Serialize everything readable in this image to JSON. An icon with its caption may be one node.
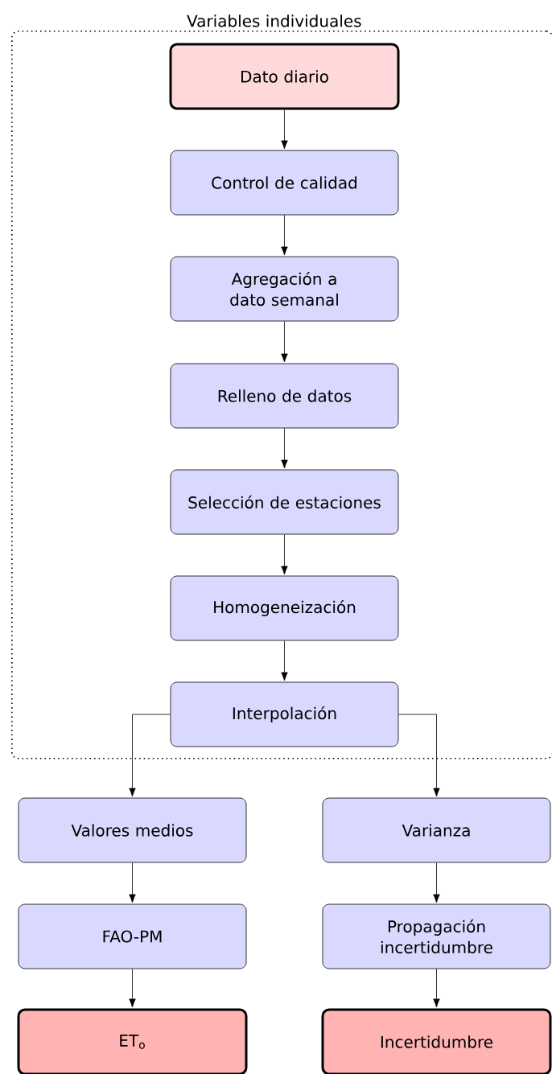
{
  "diagram": {
    "nodes": [
      {
        "text": [
          "Variables individuales"
        ]
      },
      {
        "text": [
          "Dato diario"
        ],
        "in": 0
      },
      {
        "text": [
          "Control de calidad"
        ],
        "in": 0
      },
      {
        "text": [
          "Agregación a dato semanal"
        ],
        "in": 0
      },
      {
        "text": [
          "Relleno de datos"
        ],
        "in": 0
      },
      {
        "text": [
          "Selección de estaciones"
        ],
        "in": 0
      },
      {
        "text": [
          "Homogeneización"
        ],
        "in": 0
      },
      {
        "text": [
          "Interpolación"
        ],
        "in": 0
      },
      {
        "text": [
          "Valores medios"
        ]
      },
      {
        "text": [
          "Varianza"
        ]
      },
      {
        "text": [
          "FAO-PM"
        ]
      },
      {
        "text": [
          "Propagación incertidumbre"
        ]
      },
      {
        "text": [
          "ET$_{o}$"
        ]
      },
      {
        "text": [
          "Incertidumbre"
        ]
      }
    ],
    "edges": [
      {
        "from": 1,
        "to": 2,
        "arrow": "to"
      },
      {
        "from": 2,
        "to": 3,
        "arrow": "to"
      },
      {
        "from": 3,
        "to": 4,
        "arrow": "to"
      },
      {
        "from": 4,
        "to": 5,
        "arrow": "to"
      },
      {
        "from": 5,
        "to": 6,
        "arrow": "to"
      },
      {
        "from": 6,
        "to": 7,
        "arrow": "to"
      },
      {
        "from": 7,
        "to": 8,
        "arrow": "to"
      },
      {
        "from": 7,
        "to": 9,
        "arrow": "to"
      },
      {
        "from": 8,
        "to": 10,
        "arrow": "to"
      },
      {
        "from": 9,
        "to": 11,
        "arrow": "to"
      },
      {
        "from": 10,
        "to": 12,
        "arrow": "to"
      },
      {
        "from": 11,
        "to": 13,
        "arrow": "to"
      }
    ]
  }
}
